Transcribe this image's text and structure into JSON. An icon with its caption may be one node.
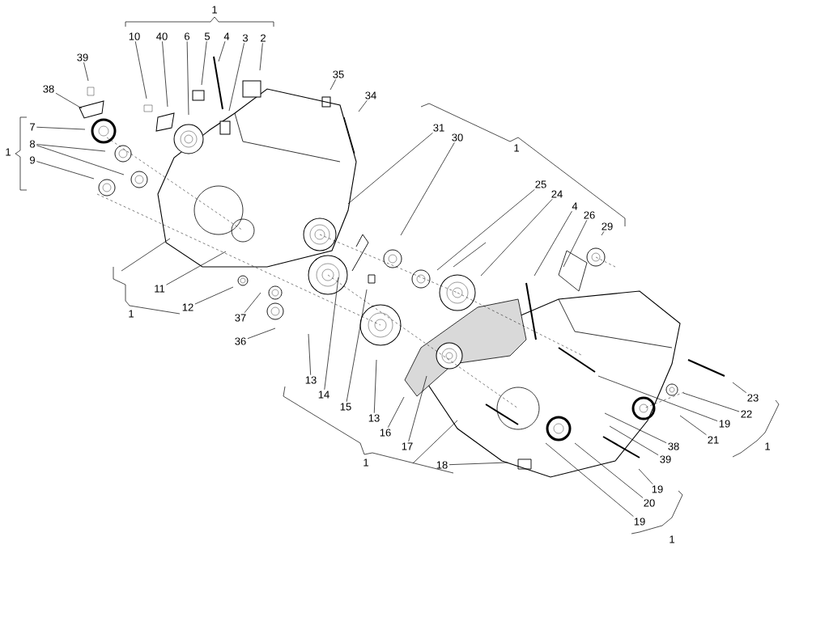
{
  "diagram": {
    "nodes": [
      {
        "text": [
          "10"
        ]
      },
      {
        "text": [
          "40"
        ]
      },
      {
        "text": [
          "6"
        ]
      },
      {
        "text": [
          "5"
        ]
      },
      {
        "text": [
          "4"
        ]
      },
      {
        "text": [
          "3"
        ]
      },
      {
        "text": [
          "2"
        ]
      },
      {
        "text": [
          "39"
        ]
      },
      {
        "text": [
          "35"
        ]
      },
      {
        "text": [
          "34"
        ]
      },
      {
        "text": [
          "38"
        ]
      },
      {
        "text": [
          "7"
        ]
      },
      {
        "text": [
          "8"
        ]
      },
      {
        "text": [
          "9"
        ]
      },
      {
        "text": [
          "31"
        ]
      },
      {
        "text": [
          "30"
        ]
      },
      {
        "text": [
          "25"
        ]
      },
      {
        "text": [
          "24"
        ]
      },
      {
        "text": [
          "4"
        ]
      },
      {
        "text": [
          "26"
        ]
      },
      {
        "text": [
          "29"
        ]
      },
      {
        "text": [
          "11"
        ]
      },
      {
        "text": [
          "12"
        ]
      },
      {
        "text": [
          "37"
        ]
      },
      {
        "text": [
          "36"
        ]
      },
      {
        "text": [
          "13"
        ]
      },
      {
        "text": [
          "14"
        ]
      },
      {
        "text": [
          "15"
        ]
      },
      {
        "text": [
          "13"
        ]
      },
      {
        "text": [
          "16"
        ]
      },
      {
        "text": [
          "17"
        ]
      },
      {
        "text": [
          "18"
        ]
      },
      {
        "text": [
          "23"
        ]
      },
      {
        "text": [
          "22"
        ]
      },
      {
        "text": [
          "19"
        ]
      },
      {
        "text": [
          "21"
        ]
      },
      {
        "text": [
          "38"
        ]
      },
      {
        "text": [
          "39"
        ]
      },
      {
        "text": [
          "19"
        ]
      },
      {
        "text": [
          "20"
        ]
      },
      {
        "text": [
          "19"
        ]
      }
    ],
    "edges": [
      {
        "from": 0,
        "to": null,
        "arrow": "none"
      },
      {
        "from": 1,
        "to": null,
        "arrow": "none"
      },
      {
        "from": 2,
        "to": null,
        "arrow": "none"
      },
      {
        "from": 3,
        "to": null,
        "arrow": "none"
      },
      {
        "from": 4,
        "to": null,
        "arrow": "none"
      },
      {
        "from": 5,
        "to": null,
        "arrow": "none"
      },
      {
        "from": 6,
        "to": null,
        "arrow": "none"
      },
      {
        "from": 7,
        "to": null,
        "arrow": "none"
      },
      {
        "from": 8,
        "to": null,
        "arrow": "none"
      },
      {
        "from": 9,
        "to": null,
        "arrow": "none"
      },
      {
        "from": 10,
        "to": null,
        "arrow": "none"
      },
      {
        "from": 11,
        "to": null,
        "arrow": "none"
      },
      {
        "from": 12,
        "to": null,
        "arrow": "none"
      },
      {
        "from": 12,
        "to": null,
        "arrow": "none"
      },
      {
        "from": 13,
        "to": null,
        "arrow": "none"
      },
      {
        "from": 14,
        "to": null,
        "arrow": "none"
      },
      {
        "from": 15,
        "to": null,
        "arrow": "none"
      },
      {
        "from": 16,
        "to": null,
        "arrow": "none"
      },
      {
        "from": 17,
        "to": null,
        "arrow": "none"
      },
      {
        "from": 18,
        "to": null,
        "arrow": "none"
      },
      {
        "from": 19,
        "to": null,
        "arrow": "none"
      },
      {
        "from": 20,
        "to": null,
        "arrow": "none"
      },
      {
        "from": 21,
        "to": null,
        "arrow": "none"
      },
      {
        "from": 22,
        "to": null,
        "arrow": "none"
      },
      {
        "from": 23,
        "to": null,
        "arrow": "none"
      },
      {
        "from": 24,
        "to": null,
        "arrow": "none"
      },
      {
        "from": 25,
        "to": null,
        "arrow": "none"
      },
      {
        "from": 26,
        "to": null,
        "arrow": "none"
      },
      {
        "from": 27,
        "to": null,
        "arrow": "none"
      },
      {
        "from": 28,
        "to": null,
        "arrow": "none"
      },
      {
        "from": 29,
        "to": null,
        "arrow": "none"
      },
      {
        "from": 30,
        "to": null,
        "arrow": "none"
      },
      {
        "from": 31,
        "to": null,
        "arrow": "none"
      },
      {
        "from": 32,
        "to": null,
        "arrow": "none"
      },
      {
        "from": 33,
        "to": null,
        "arrow": "none"
      },
      {
        "from": 34,
        "to": null,
        "arrow": "none"
      },
      {
        "from": 35,
        "to": null,
        "arrow": "none"
      },
      {
        "from": 36,
        "to": null,
        "arrow": "none"
      },
      {
        "from": 37,
        "to": null,
        "arrow": "none"
      },
      {
        "from": 38,
        "to": null,
        "arrow": "none"
      },
      {
        "from": 39,
        "to": null,
        "arrow": "none"
      },
      {
        "from": 40,
        "to": null,
        "arrow": "none"
      }
    ],
    "labels": [
      "1",
      "1",
      "1",
      "1",
      "1",
      "1",
      "1"
    ]
  }
}
